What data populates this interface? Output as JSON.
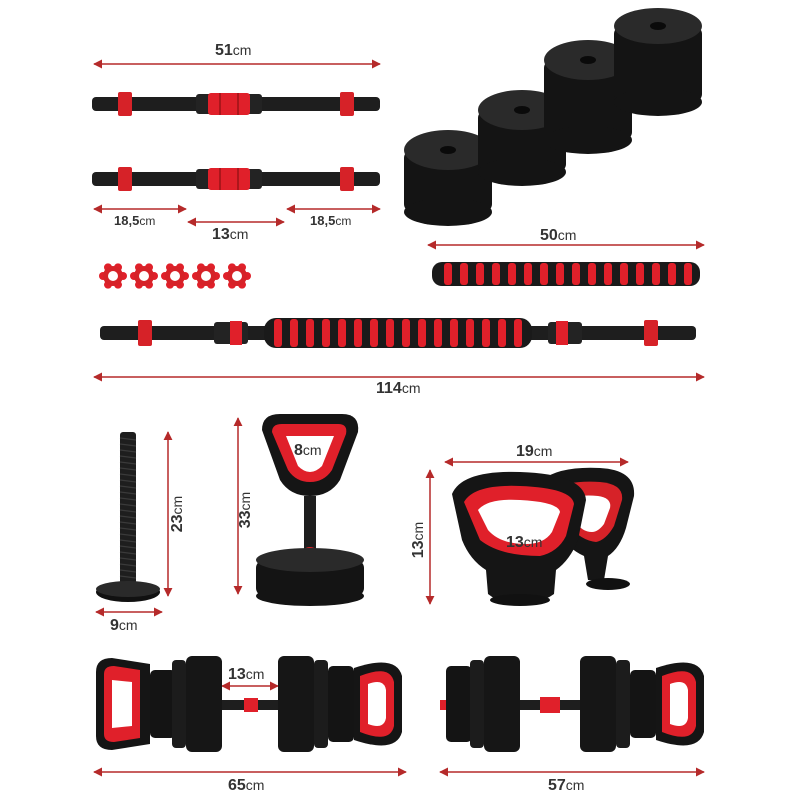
{
  "product": {
    "unit": "cm",
    "colors": {
      "rubber": "#1c1c1c",
      "accent": "#e0202a",
      "dimension_line": "#b52a2a",
      "text": "#333333"
    }
  },
  "dimensions": {
    "dumbbell_bar_length": "51",
    "bar_end_left": "18,5",
    "bar_middle": "13",
    "bar_end_right": "18,5",
    "connector_length": "50",
    "barbell_length": "114",
    "post_height": "23",
    "post_base": "9",
    "kettlebell_height": "33",
    "kettle_handle_inner": "8",
    "handle_width": "19",
    "handle_height": "13",
    "handle_inner": "13",
    "kettle_dumbbell_grip": "13",
    "kettle_dumbbell_length": "65",
    "dumbbell_full_length": "57"
  },
  "parts": {
    "collars_count": 5,
    "plate_stacks": 4,
    "foam_grip": "red-black foam sleeve",
    "icons": [
      "dumbbell-bar",
      "spin-collar",
      "weight-plate",
      "foam-grip",
      "barbell",
      "plate-post",
      "kettlebell",
      "kettle-handle",
      "kettle-dumbbell"
    ]
  }
}
